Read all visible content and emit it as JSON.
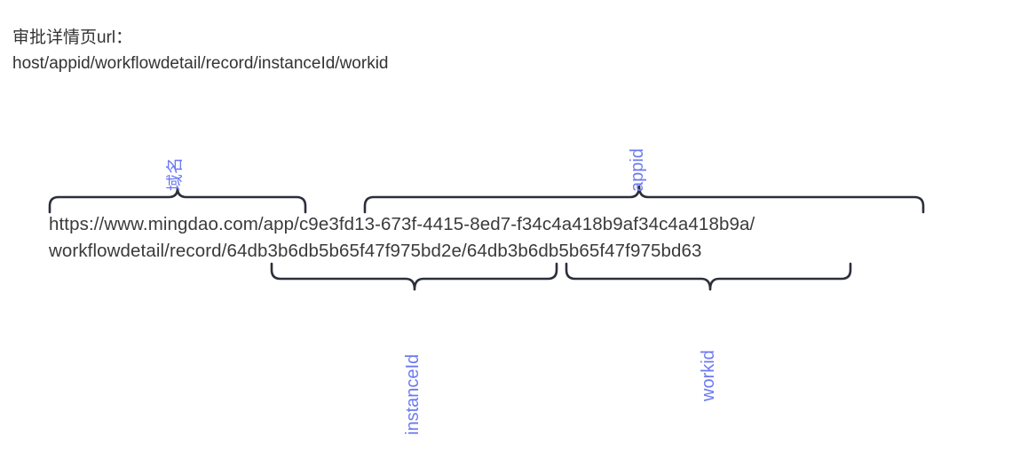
{
  "header": {
    "line1": "审批详情页url：",
    "line2": "host/appid/workflowdetail/record/instanceId/workid"
  },
  "url": {
    "line1": "https://www.mingdao.com/app/c9e3fd13-673f-4415-8ed7-f34c4a418b9af34c4a418b9a/",
    "line2": "workflowdetail/record/64db3b6db5b65f47f975bd2e/64db3b6db5b65f47f975bd63",
    "full": "https://www.mingdao.com/app/c9e3fd13-673f-4415-8ed7-f34c4a418b9af34c4a418b9a/workflowdetail/record/64db3b6db5b65f47f975bd2e/64db3b6db5b65f47f975bd63"
  },
  "annotations": {
    "domain": "域名",
    "appid": "appid",
    "instance_id": "instanceId",
    "workid": "workid"
  },
  "colors": {
    "label_blue": "#6b7af0",
    "brace_ink": "#2b2f3a",
    "header_text": "#333333",
    "url_text": "#3a3a3a",
    "background": "#ffffff"
  }
}
